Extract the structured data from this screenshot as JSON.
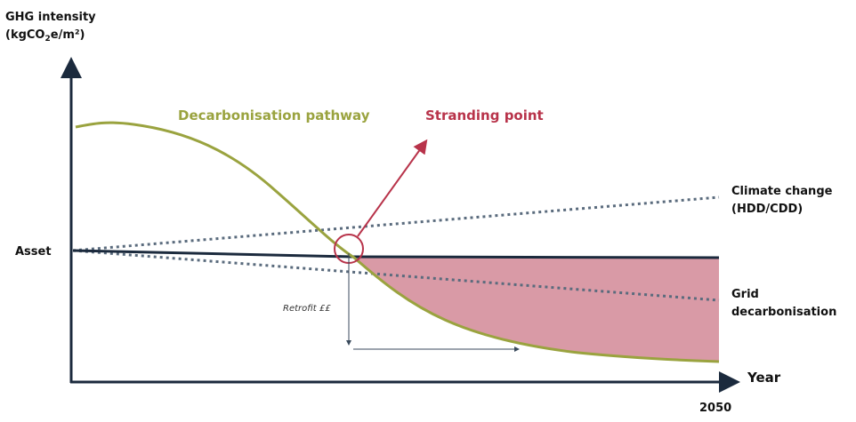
{
  "axes": {
    "y_label_line1": "GHG intensity",
    "y_label_line2_pre": "(kgCO",
    "y_label_line2_sub": "2",
    "y_label_line2_post": "e/m²)",
    "x_label": "Year",
    "x_tick": "2050"
  },
  "labels": {
    "asset": "Asset",
    "decarbonisation_pathway": "Decarbonisation pathway",
    "stranding_point": "Stranding point",
    "climate_change_line1": "Climate change",
    "climate_change_line2": "(HDD/CDD)",
    "grid_line1": "Grid",
    "grid_line2": "decarbonisation",
    "retrofit": "Retrofit ££"
  },
  "colors": {
    "axis": "#1b2a3d",
    "pathway": "#9aa33f",
    "stranding": "#b8334a",
    "fill": "#d99aa6",
    "dotted": "#5a6b7d"
  }
}
